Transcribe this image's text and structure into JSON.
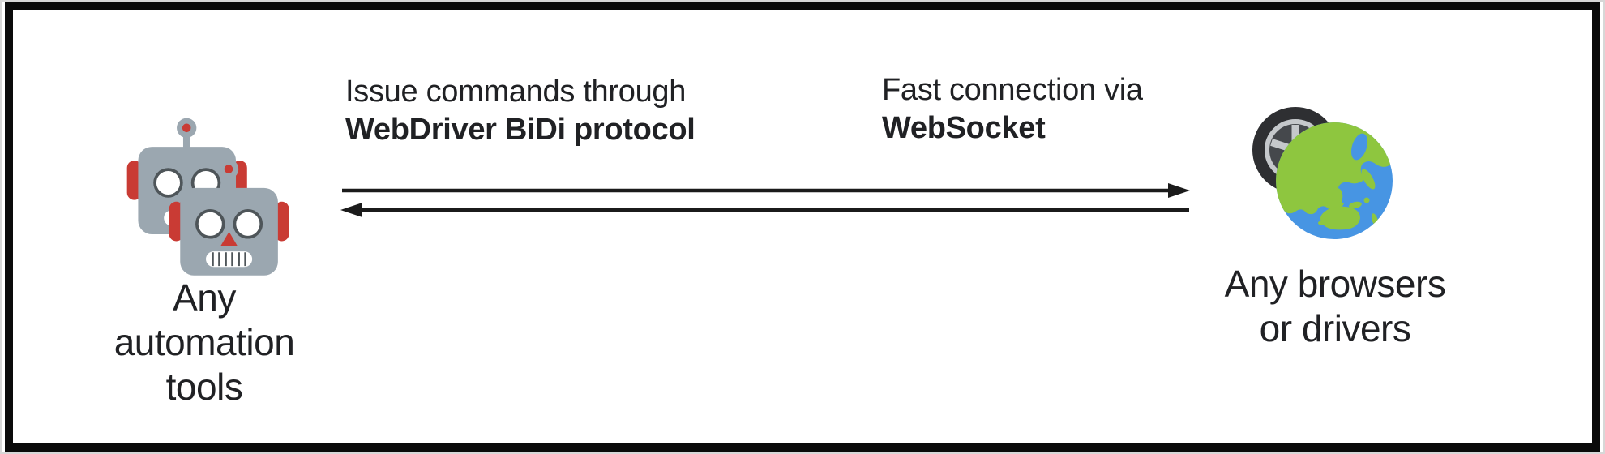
{
  "diagram": {
    "left_node": {
      "icon": "robots-icon",
      "caption": [
        "Any",
        "automation",
        "tools"
      ]
    },
    "right_node": {
      "icon": "wheel-globe-icon",
      "caption": [
        "Any browsers",
        "or drivers"
      ]
    },
    "connections": [
      {
        "direction": "left-to-right",
        "label_regular": "Issue commands through",
        "label_bold": "WebDriver BiDi protocol"
      },
      {
        "direction": "right-to-left",
        "label_regular": "Fast connection via",
        "label_bold": "WebSocket"
      }
    ]
  },
  "colors": {
    "text": "#202124",
    "arrow": "#1b1b1b",
    "frame": "#0a0a0a",
    "robot_body": "#9BA7B0",
    "robot_accent": "#C93B34",
    "robot_line": "#4E5559",
    "globe_ocean": "#4795E3",
    "globe_land": "#8EC63F",
    "tire_dark": "#2E2F32",
    "tire_gap": "#45484C",
    "tire_rim": "#C5C8CB"
  }
}
